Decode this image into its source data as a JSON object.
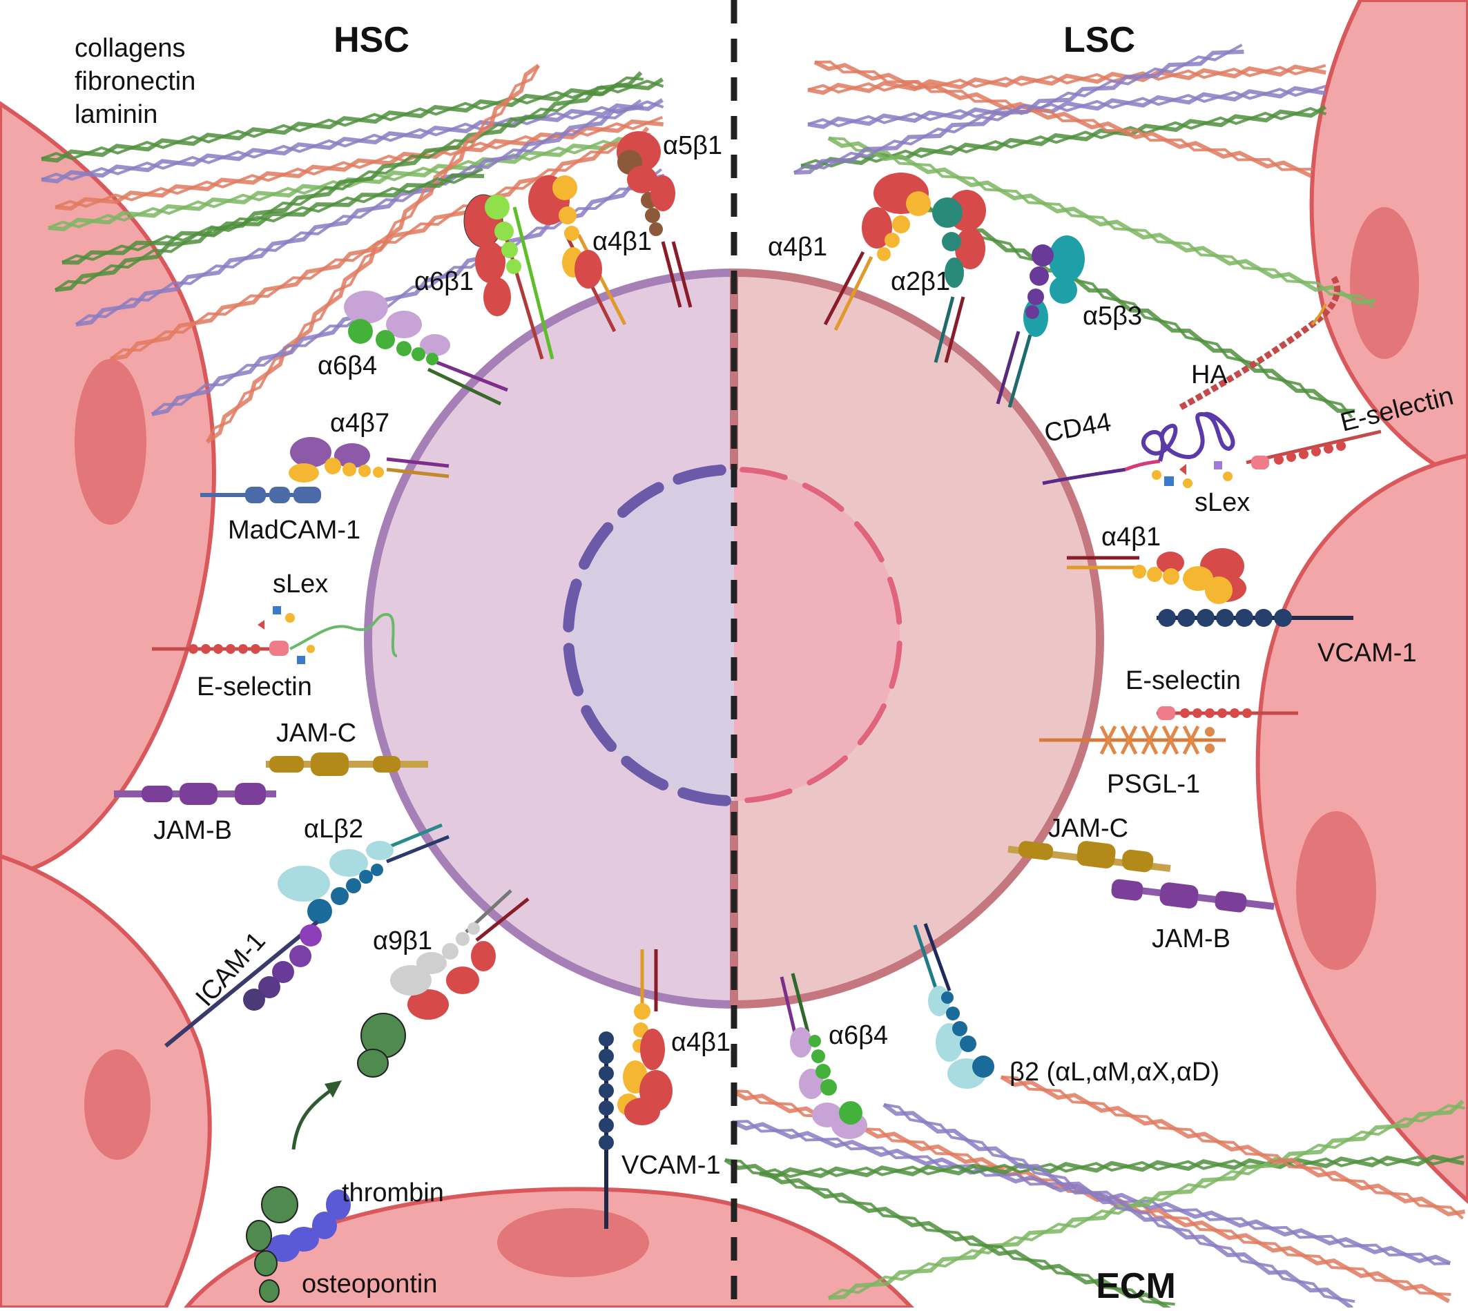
{
  "titles": {
    "left": "HSC",
    "right": "LSC",
    "bottom": "ECM"
  },
  "ecm_legend": [
    "collagens",
    "fibronectin",
    "laminin"
  ],
  "hsc_labels": {
    "a5b1": "α5β1",
    "a4b1_top": "α4β1",
    "a6b1": "α6β1",
    "a6b4": "α6β4",
    "a4b7": "α4β7",
    "madcam1": "MadCAM-1",
    "slex": "sLex",
    "eselectin": "E-selectin",
    "jamc": "JAM-C",
    "jamb": "JAM-B",
    "alb2": "αLβ2",
    "icam1": "ICAM-1",
    "a9b1": "α9β1",
    "a4b1_bottom": "α4β1",
    "vcam1": "VCAM-1",
    "thrombin": "thrombin",
    "osteopontin": "osteopontin"
  },
  "lsc_labels": {
    "a4b1_top": "α4β1",
    "a2b1": "α2β1",
    "a5b3": "α5β3",
    "ha": "HA",
    "cd44": "CD44",
    "eselectin_top": "E-selectin",
    "slex": "sLex",
    "a4b1_mid": "α4β1",
    "vcam1": "VCAM-1",
    "eselectin_mid": "E-selectin",
    "psgl1": "PSGL-1",
    "jamc": "JAM-C",
    "jamb": "JAM-B",
    "a6b4": "α6β4",
    "b2": "β2 (αL,αM,αX,αD)"
  },
  "colors": {
    "niche_cell": "#f2a6a8",
    "niche_cell_edge": "#d9585c",
    "niche_nucleus": "#e27678",
    "hsc_cytoplasm": "#e3cade",
    "hsc_membrane": "#a57fb5",
    "hsc_nucleus": "#d6cde3",
    "hsc_envelope": "#6a5aa8",
    "lsc_cytoplasm": "#ecc6c7",
    "lsc_membrane": "#c4777e",
    "lsc_nucleus": "#efb2bd",
    "lsc_envelope": "#e0647c",
    "divider": "#222222"
  },
  "fiber_colors": [
    "#4f8f3d",
    "#8a7cc2",
    "#e07a5f",
    "#7bb662"
  ]
}
